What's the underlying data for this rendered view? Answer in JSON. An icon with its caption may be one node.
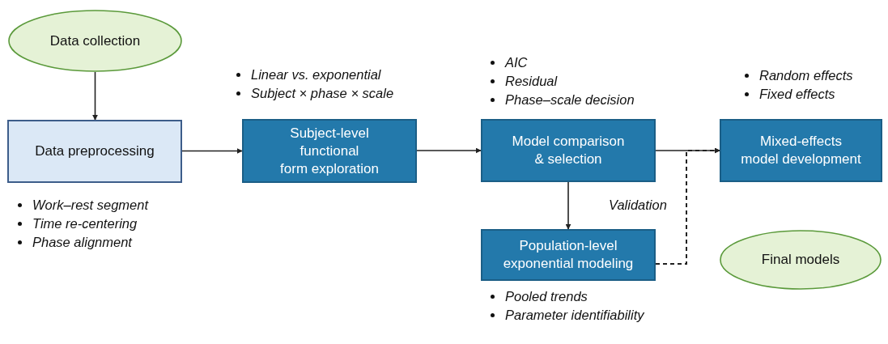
{
  "diagram": {
    "nodes": [
      {
        "text": [
          "Data collection"
        ]
      },
      {
        "text": [
          "Data preprocessing"
        ],
        "beside": [
          "Work–rest segment",
          "Time re-centering",
          "Phase alignment"
        ]
      },
      {
        "text": [
          "Subject-level functional form exploration"
        ],
        "beside": [
          "Linear vs. exponential",
          "Subject × phase × scale"
        ]
      },
      {
        "text": [
          "Model comparison & selection"
        ],
        "beside": [
          "AIC",
          "Residual",
          "Phase–scale decision"
        ]
      },
      {
        "text": [
          "Population-level exponential modeling"
        ],
        "beside": [
          "Pooled trends",
          "Parameter identifiability"
        ]
      },
      {
        "text": [
          "Mixed-effects model development"
        ],
        "beside": [
          "Random effects",
          "Fixed effects"
        ]
      },
      {
        "text": [
          "Final models"
        ]
      }
    ],
    "edges": [
      {
        "from": 0,
        "to": 1,
        "arrow": "to"
      },
      {
        "from": 1,
        "to": 2,
        "arrow": "to"
      },
      {
        "from": 2,
        "to": 3,
        "arrow": "to"
      },
      {
        "from": 3,
        "to": 5,
        "arrow": "to"
      },
      {
        "from": 3,
        "to": 4,
        "arrow": "to"
      },
      {
        "from": 4,
        "to": 5,
        "arrow": "to",
        "style": "dashed",
        "label": "Validation"
      }
    ]
  }
}
